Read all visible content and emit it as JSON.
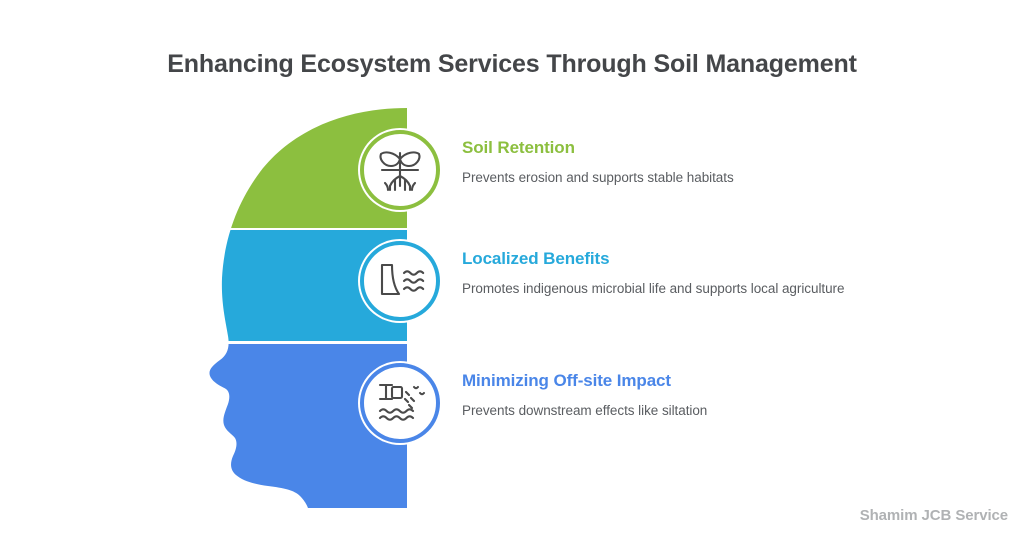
{
  "title": "Enhancing Ecosystem Services Through Soil Management",
  "footer": "Shamim JCB Service",
  "colors": {
    "green": "#8CBF3F",
    "cyan": "#26A9DB",
    "blue": "#4A86E8",
    "title_text": "#444649",
    "body_text": "#5a5d61",
    "icon_stroke": "#4a4a4a",
    "footer_text": "#b0b2b4",
    "background": "#ffffff"
  },
  "diagram": {
    "shape": "human-head-profile-left-facing",
    "band_count": 3
  },
  "rows": [
    {
      "heading": "Soil Retention",
      "body": "Prevents erosion and supports stable habitats",
      "color": "#8CBF3F",
      "icon": "seedling-roots-icon"
    },
    {
      "heading": "Localized Benefits",
      "body": "Promotes indigenous microbial life and supports local agriculture",
      "color": "#26A9DB",
      "icon": "dam-water-icon"
    },
    {
      "heading": "Minimizing Off-site Impact",
      "body": "Prevents downstream effects like siltation",
      "color": "#4A86E8",
      "icon": "outfall-pipe-water-icon"
    }
  ]
}
